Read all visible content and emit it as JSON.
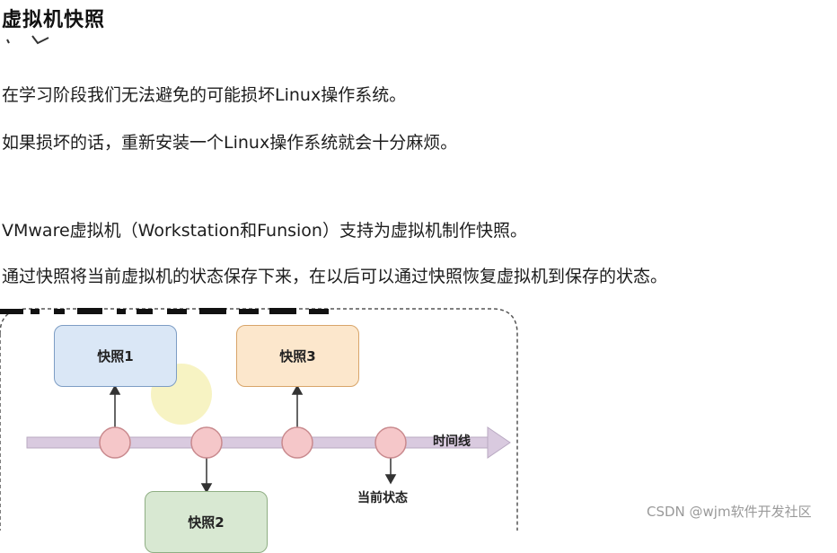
{
  "heading": "虚拟机快照",
  "paragraphs": {
    "p1": "在学习阶段我们无法避免的可能损坏Linux操作系统。",
    "p2": "如果损坏的话，重新安装一个Linux操作系统就会十分麻烦。",
    "p3": "VMware虚拟机（Workstation和Funsion）支持为虚拟机制作快照。",
    "p4": "通过快照将当前虚拟机的状态保存下来，在以后可以通过快照恢复虚拟机到保存的状态。"
  },
  "diagram": {
    "snapshot1": "快照1",
    "snapshot2": "快照2",
    "snapshot3": "快照3",
    "timeline": "时间线",
    "current_state": "当前状态",
    "colors": {
      "snapshot1_fill": "#dae7f6",
      "snapshot3_fill": "#fce7cc",
      "snapshot2_fill": "#d8e8d2",
      "node_fill": "#f5c7c9",
      "timeline_fill": "#d9cadf"
    }
  },
  "watermark": "CSDN @wjm软件开发社区"
}
